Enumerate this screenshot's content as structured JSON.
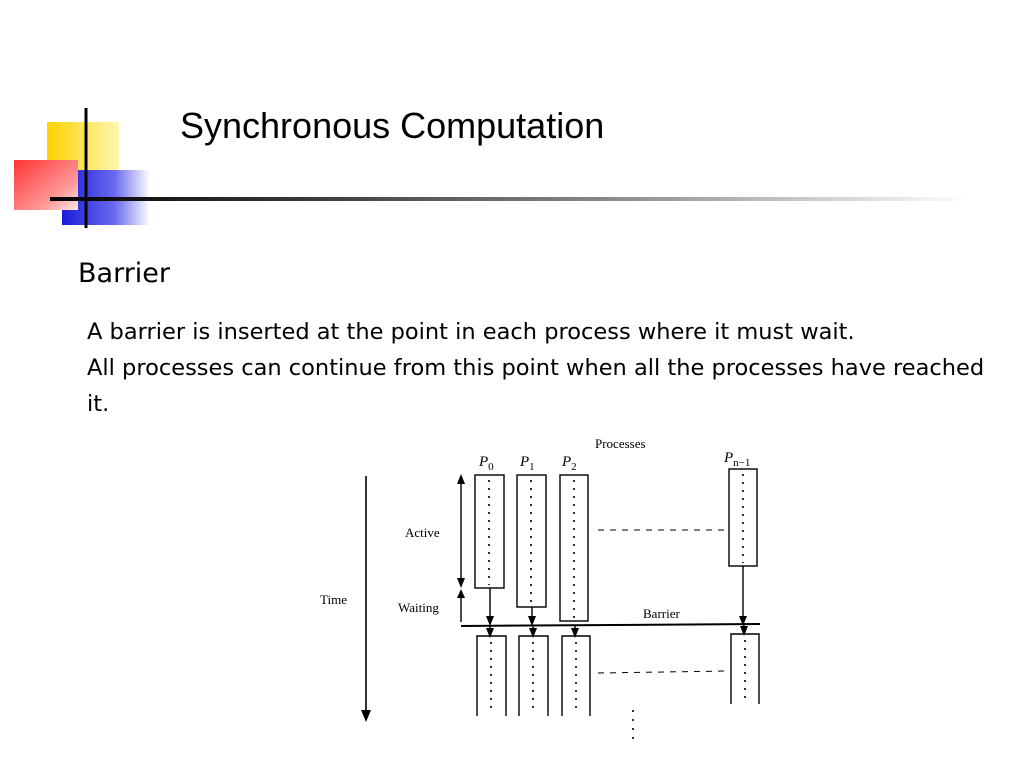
{
  "slide": {
    "title": "Synchronous Computation",
    "heading": "Barrier",
    "paragraph_1": "A barrier is inserted at the point in each process where it must wait.",
    "paragraph_2": "All processes can continue from this point when all the processes have reached it."
  },
  "diagram": {
    "header": "Processes",
    "process_labels": [
      "P",
      "P",
      "P",
      "P"
    ],
    "process_subscripts": [
      "0",
      "1",
      "2",
      "n−1"
    ],
    "label_time": "Time",
    "label_active": "Active",
    "label_waiting": "Waiting",
    "label_barrier": "Barrier"
  },
  "colors": {
    "logo_yellow": "#ffd700",
    "logo_blue": "#2222dd",
    "logo_red": "#ff4444"
  }
}
